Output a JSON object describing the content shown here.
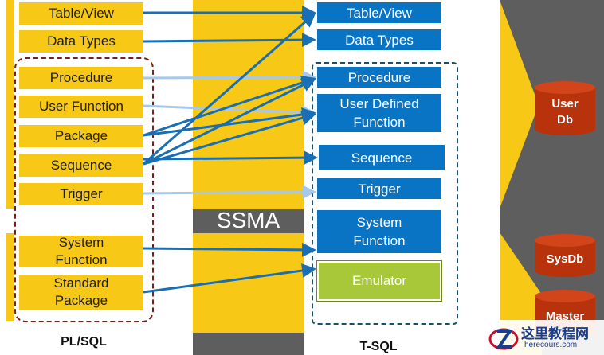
{
  "plsql": {
    "label": "PL/SQL",
    "items": [
      "Table/View",
      "Data Types",
      "Procedure",
      "User Function",
      "Package",
      "Sequence",
      "Trigger",
      "System Function",
      "Standard Package"
    ]
  },
  "tsql": {
    "label": "T-SQL",
    "items": [
      "Table/View",
      "Data Types",
      "Procedure",
      "User Defined Function",
      "Sequence",
      "Trigger",
      "System Function"
    ],
    "emulator": "Emulator"
  },
  "ssma": {
    "label": "SSMA"
  },
  "databases": [
    "User Db",
    "SysDb",
    "Master"
  ],
  "watermark": {
    "title": "这里教程网",
    "url": "herecours.com"
  },
  "colors": {
    "yellow": "#f7c815",
    "blue": "#0a74c4",
    "green": "#a8c83a",
    "arrow": "#1a6fb4",
    "arrow_light": "#a6c8ea",
    "dark_red": "#7a1f1f",
    "dark_blue": "#1a4f6e",
    "db": "#b8320c",
    "gray": "#5e5e5e"
  }
}
